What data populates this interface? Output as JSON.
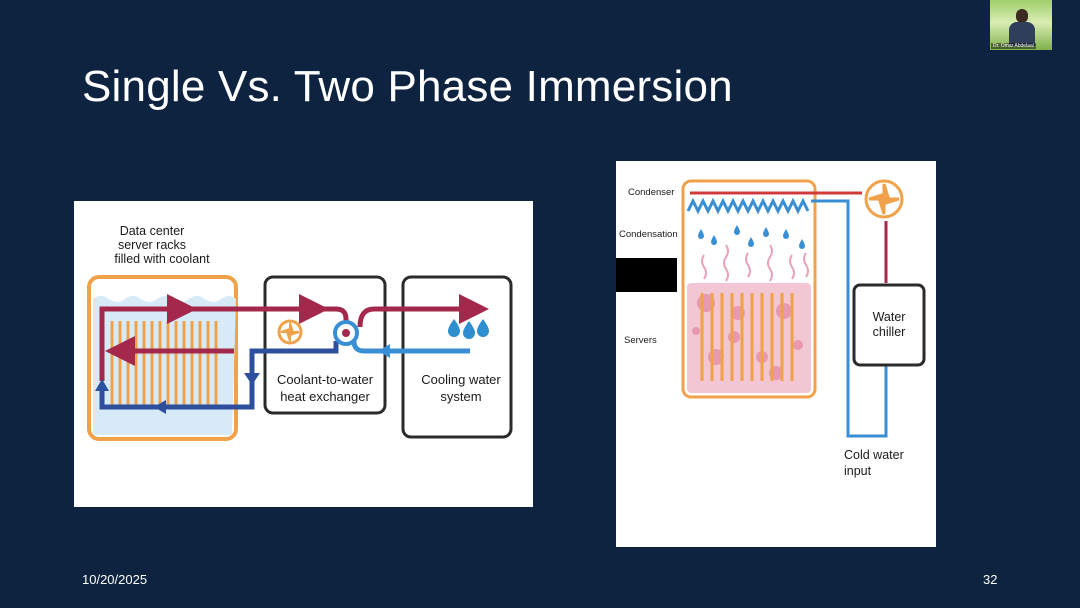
{
  "slide": {
    "title": "Single Vs. Two Phase Immersion",
    "date": "10/20/2025",
    "page_number": "32"
  },
  "webcam": {
    "participant_name": "Dr. Omar Abdelaal"
  },
  "single_phase": {
    "racks_label_lines": [
      "Data center",
      "server racks",
      "filled with coolant"
    ],
    "exchanger_label_lines": [
      "Coolant-to-water",
      "heat exchanger"
    ],
    "cooling_label_lines": [
      "Cooling water",
      "system"
    ]
  },
  "two_phase": {
    "condenser_label": "Condenser",
    "condensation_label": "Condensation",
    "servers_label": "Servers",
    "chiller_label_lines": [
      "Water",
      "chiller"
    ],
    "cold_water_label_lines": [
      "Cold water",
      "input"
    ]
  },
  "colors": {
    "background": "#0d2340",
    "hot_loop": "#a3284b",
    "cold_loop": "#2e4f9e",
    "water_loop": "#3a8fd4",
    "tank_outline": "#f0a24a",
    "coolant_fill": "#d7eaf7",
    "two_phase_fluid": "#f2c6d3"
  }
}
